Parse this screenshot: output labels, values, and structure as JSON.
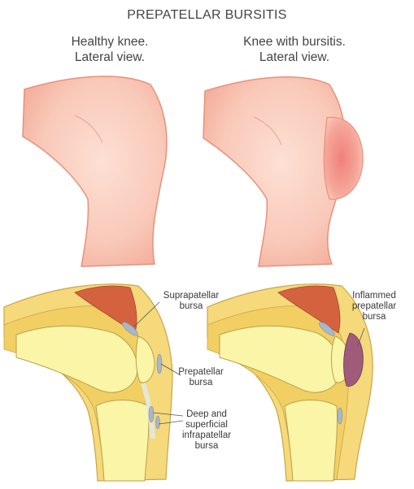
{
  "title": "PREPATELLAR BURSITIS",
  "captions": {
    "healthy": [
      "Healthy knee.",
      "Lateral view."
    ],
    "bursitis": [
      "Knee with bursitis.",
      "Lateral view."
    ]
  },
  "labels": {
    "suprapatellar": [
      "Suprapatellar",
      "bursa"
    ],
    "prepatellar": [
      "Prepatellar",
      "bursa"
    ],
    "infrapatellar": [
      "Deep and",
      "superficial",
      "infrapatellar",
      "bursa"
    ],
    "inflamed": [
      "Inflammed",
      "prepatellar",
      "bursa"
    ]
  },
  "colors": {
    "skin": "#f8c4b4",
    "skin_outline": "#e8907c",
    "swelling": "#f38f85",
    "tissue": "#f5d97a",
    "tissue_outline": "#c9a64a",
    "bone": "#fbf5a8",
    "bone_outline": "#b8a050",
    "muscle": "#d4623f",
    "bursa": "#a9b7c9",
    "inflamed_bursa": "#a05a7a"
  }
}
